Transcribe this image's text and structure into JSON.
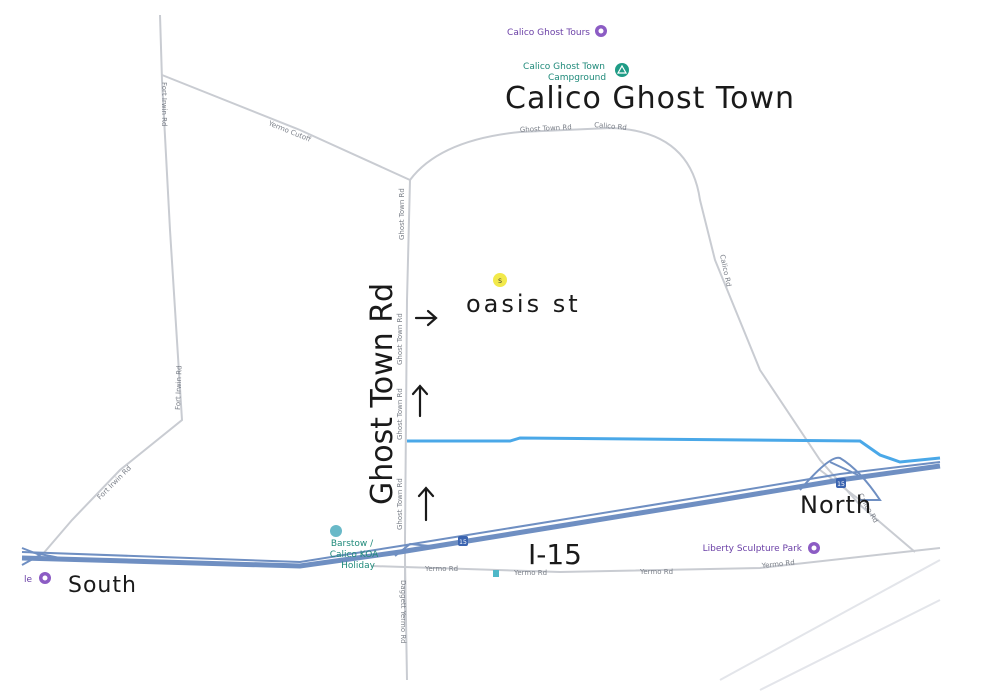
{
  "handwritten": {
    "calico_ghost_town": "Calico Ghost Town",
    "ghost_town_rd": "Ghost Town Rd",
    "oasis_st": "oasis st",
    "i15": "I-15",
    "north": "North",
    "south": "South"
  },
  "pois": {
    "calico_ghost_tours": "Calico Ghost Tours",
    "campground_line1": "Calico Ghost Town",
    "campground_line2": "Campground",
    "koa_line1": "Barstow /",
    "koa_line2": "Calico KOA",
    "koa_line3": "Holiday",
    "liberty_sculpture_park": "Liberty Sculpture Park",
    "left_edge_poi": "le"
  },
  "roads": {
    "yermo_cutoff": "Yermo Cutoff",
    "ghost_town_rd_top": "Ghost Town Rd",
    "calico_rd_top": "Calico Rd",
    "ghost_town_rd_v1": "Ghost Town Rd",
    "ghost_town_rd_v2": "Ghost Town Rd",
    "ghost_town_rd_v3": "Ghost Town Rd",
    "ghost_town_rd_v4": "Ghost Town Rd",
    "calico_rd_right": "Calico Rd",
    "fort_irwin_rd_1": "Fort Irwin Rd",
    "fort_irwin_rd_2": "Fort Irwin Rd",
    "fort_irwin_rd_3": "Fort Irwin Rd",
    "yermo_rd_1": "Yermo Rd",
    "yermo_rd_2": "Yermo Rd",
    "yermo_rd_3": "Yermo Rd",
    "yermo_rd_4": "Yermo Rd",
    "daggett_yermo_rd": "Daggett Yermo Rd",
    "calico_rd_small": "Calico Rd"
  },
  "markers": {
    "street_marker": "S",
    "interstate_shield_1": "15",
    "interstate_shield_2": "15"
  },
  "colors": {
    "highway": "#6f8fc2",
    "road": "#c9ccd2",
    "river": "#4aa8e8",
    "poi_purple": "#8c5cc4",
    "poi_teal": "#1f9c86",
    "marker_yellow": "#f2e94a",
    "ink": "#1a1a1a"
  }
}
